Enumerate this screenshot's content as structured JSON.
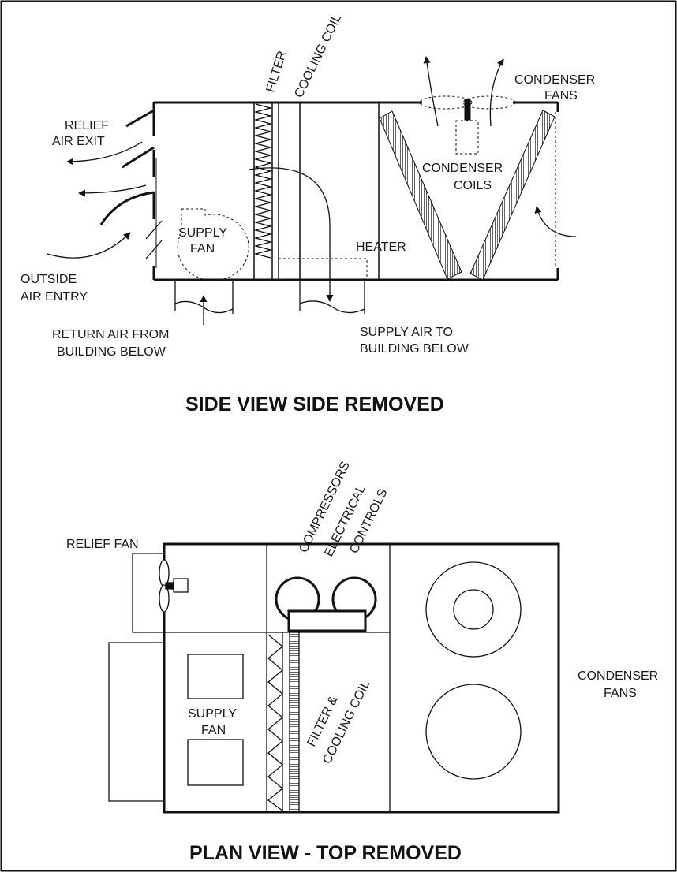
{
  "side_view": {
    "title": "SIDE VIEW SIDE REMOVED",
    "labels": {
      "filter": "FILTER",
      "cooling_coil": "COOLING COIL",
      "condenser_fans_1": "CONDENSER",
      "condenser_fans_2": "FANS",
      "relief_air_1": "RELIEF",
      "relief_air_2": "AIR EXIT",
      "condenser_coils_1": "CONDENSER",
      "condenser_coils_2": "COILS",
      "supply_fan_1": "SUPPLY",
      "supply_fan_2": "FAN",
      "heater": "HEATER",
      "outside_air_1": "OUTSIDE",
      "outside_air_2": "AIR ENTRY",
      "return_air_1": "RETURN AIR FROM",
      "return_air_2": "BUILDING BELOW",
      "supply_air_1": "SUPPLY AIR TO",
      "supply_air_2": "BUILDING BELOW"
    }
  },
  "plan_view": {
    "title": "PLAN VIEW - TOP REMOVED",
    "labels": {
      "relief_fan": "RELIEF FAN",
      "compressors_1": "COMPRESSORS",
      "compressors_2": "ELECTRICAL",
      "compressors_3": "CONTROLS",
      "supply_fan_1": "SUPPLY",
      "supply_fan_2": "FAN",
      "filter_coil_1": "FILTER &",
      "filter_coil_2": "COOLING COIL",
      "condenser_fans_1": "CONDENSER",
      "condenser_fans_2": "FANS"
    }
  }
}
